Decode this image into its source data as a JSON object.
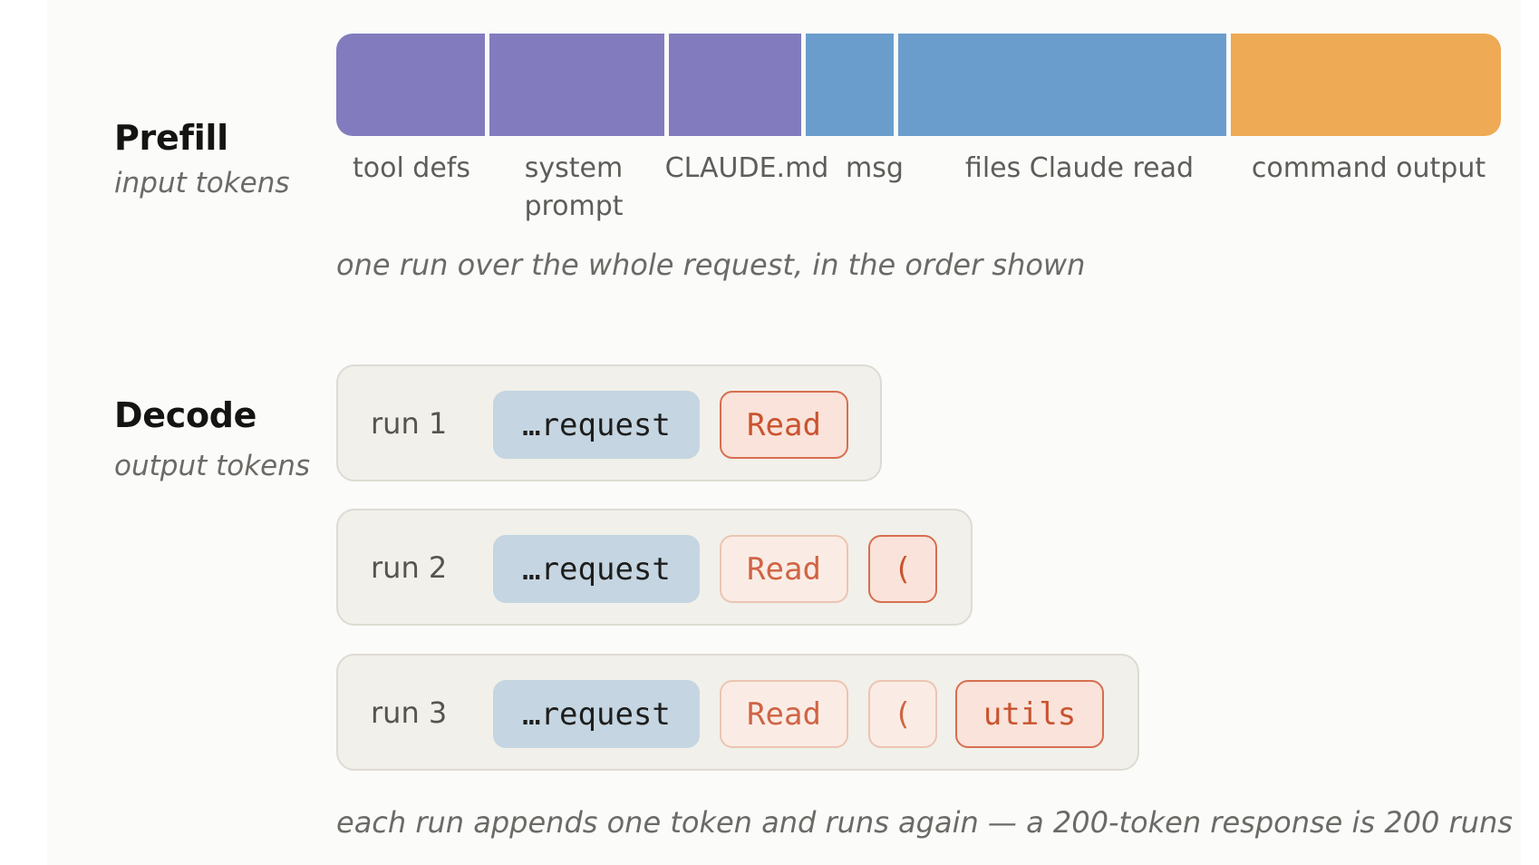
{
  "prefill": {
    "title": "Prefill",
    "subtitle": "input tokens",
    "segments": [
      {
        "label": "tool defs",
        "color": "#827cbf"
      },
      {
        "label": "system prompt",
        "color": "#827cbf"
      },
      {
        "label": "CLAUDE.md",
        "color": "#827cbf"
      },
      {
        "label": "msg",
        "color": "#6b9dcc"
      },
      {
        "label": "files Claude read",
        "color": "#6b9dcc"
      },
      {
        "label": "command output",
        "color": "#eeaa54"
      }
    ],
    "caption": "one run over the whole request, in the order shown"
  },
  "decode": {
    "title": "Decode",
    "subtitle": "output tokens",
    "runs": [
      {
        "label": "run 1",
        "tokens": [
          "…request",
          "Read"
        ]
      },
      {
        "label": "run 2",
        "tokens": [
          "…request",
          "Read",
          "("
        ]
      },
      {
        "label": "run 3",
        "tokens": [
          "…request",
          "Read",
          "(",
          "utils"
        ]
      }
    ],
    "caption": "each run appends one token and runs again — a 200-token response is 200 runs"
  },
  "colors": {
    "context_token": "#c5d5e2",
    "new_token_border": "#d76e50",
    "previous_token_border": "#ecc4b2"
  }
}
